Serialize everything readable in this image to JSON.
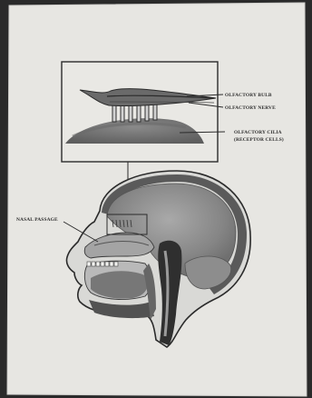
{
  "labels": {
    "olfactory_bulb": "OLFACTORY BULB",
    "olfactory_nerve": "OLFACTORY NERVE",
    "olfactory_cilia": "OLFACTORY CILIA",
    "receptor_cells": "(RECEPTOR CELLS)",
    "nasal_passage": "NASAL PASSAGE"
  },
  "colors": {
    "background": "#2a2a2a",
    "paper": "#e7e6e2",
    "ink": "#2b2b2b",
    "wash_dark": "#6c6c6c",
    "wash_mid": "#909090",
    "wash_light": "#b8b8b8"
  }
}
